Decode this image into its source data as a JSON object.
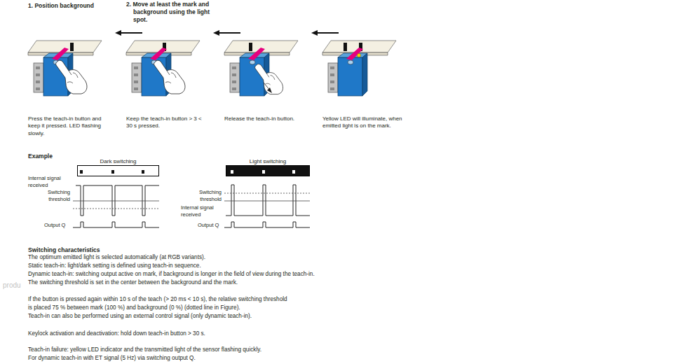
{
  "diagram": {
    "nodes": [
      {
        "text": [
          "Dark switching"
        ]
      },
      {
        "text": [
          "Light switching"
        ]
      }
    ],
    "labels": [
      "1. Position background",
      "2. Move at least the mark and background using the light spot.",
      "Press the teach-in button and keep it pressed. LED flashing slowly.",
      "Keep the teach-in button > 3 < 30 s pressed.",
      "Release the teach-in button.",
      "Yellow LED will illuminate, when emitted light is on the mark.",
      "Example",
      "Internal signal received",
      "Switching threshold",
      "Output Q",
      "Switching threshold",
      "Internal signal received",
      "Output Q",
      "Switching characteristics",
      "The optimum emitted light is selected automatically (at RGB variants).",
      "Static teach-in: light/dark setting is defined using teach-in sequence.",
      "Dynamic teach-in: switching output active on mark, if background is longer in the field of view during the teach-in.",
      "The switching threshold is set in the center between the background and the mark.",
      "If the button is pressed again within 10 s of the teach (> 20 ms < 10 s), the relative switching threshold",
      "is placed 75 % between mark (100 %) and background (0 %) (dotted line in Figure).",
      "Teach-in can also be performed using an external control signal (only dynamic teach-in).",
      "Keylock activation and deactivation: hold down teach-in button > 30 s.",
      "Teach-in failure: yellow LED indicator and the transmitted light of the sensor flashing quickly.",
      "For dynamic teach-in with ET signal (5 Hz) via switching output Q.",
      "produ"
    ]
  }
}
